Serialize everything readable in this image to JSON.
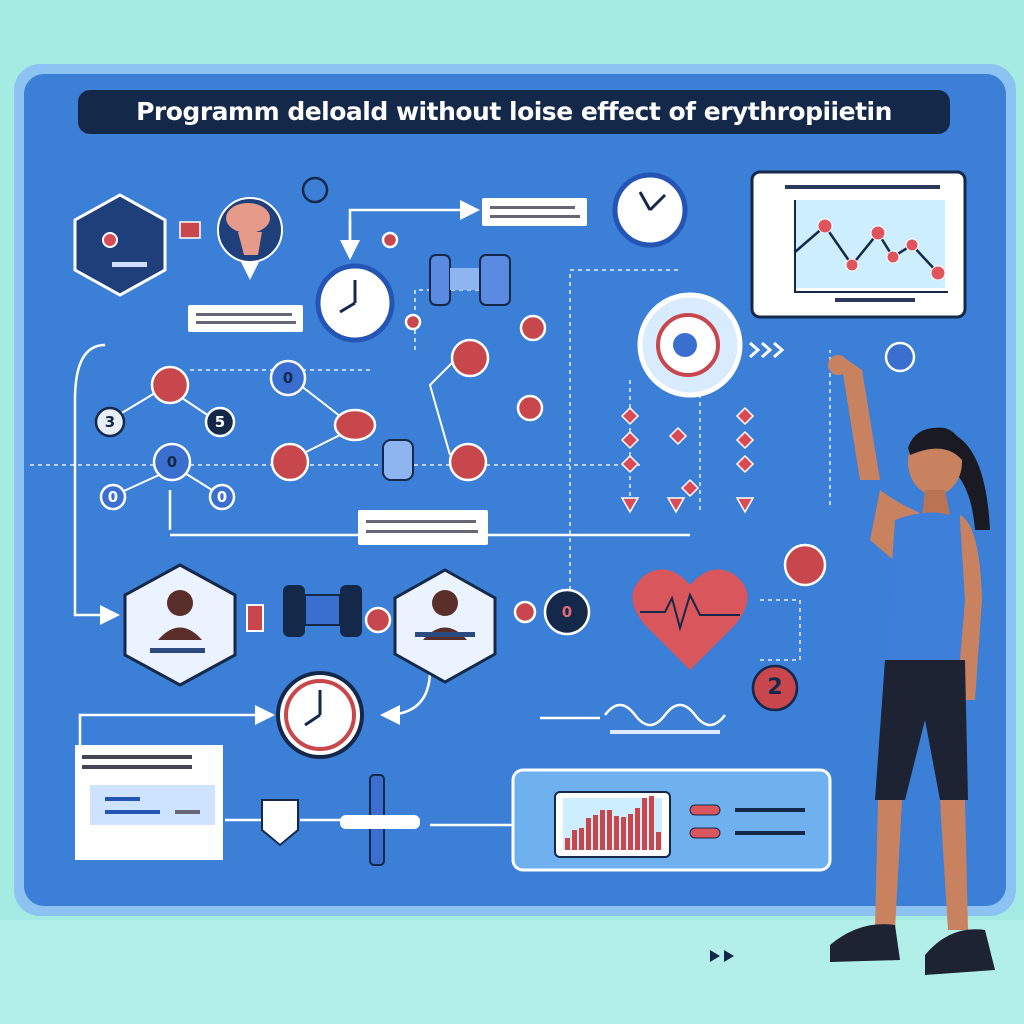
{
  "title": "Programm deloald without loise effect of erythropiietin",
  "colors": {
    "background": "#a3ebe3",
    "board": "#3b7fd6",
    "board_border": "#8cc3f2",
    "title_bar": "#14284a",
    "node_red": "#c8474c",
    "node_blue": "#3a6fd0",
    "accent_pink": "#e06b74"
  },
  "nodes": {
    "n1": "3",
    "n2": "5",
    "n3": "0",
    "n4": "0",
    "n5": "0",
    "n6": "0",
    "n7": "0",
    "n8": "2"
  },
  "icons": [
    "brain-icon",
    "clock-icon",
    "heart-rate-icon",
    "dumbbell-icon",
    "person-icon",
    "line-chart-icon",
    "bar-chart-icon"
  ]
}
